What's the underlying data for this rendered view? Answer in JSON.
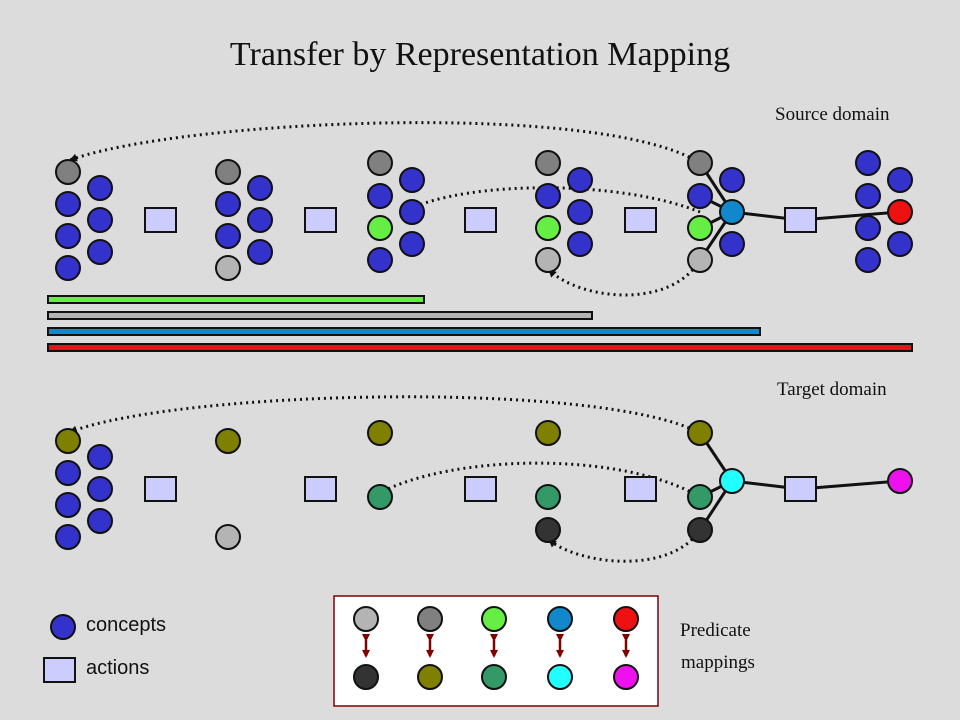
{
  "title": "Transfer by Representation Mapping",
  "labels": {
    "source_domain": "Source domain",
    "target_domain": "Target domain",
    "predicate_mappings_line1": "Predicate",
    "predicate_mappings_line2": "mappings"
  },
  "legend": {
    "concepts": "concepts",
    "actions": "actions"
  },
  "colors": {
    "background": "#dcdcdc",
    "concept": "#3333cc",
    "action": "#ccccff",
    "source_gray_dark": "#808080",
    "source_gray_light": "#b4b4b4",
    "source_green": "#66ee44",
    "source_blue": "#1188cc",
    "source_red": "#ee1111",
    "target_olive": "#808000",
    "target_dark": "#333333",
    "target_teal": "#339966",
    "target_cyan": "#22ffff",
    "target_magenta": "#ee11ee",
    "mapping_arrow": "#800000"
  }
}
